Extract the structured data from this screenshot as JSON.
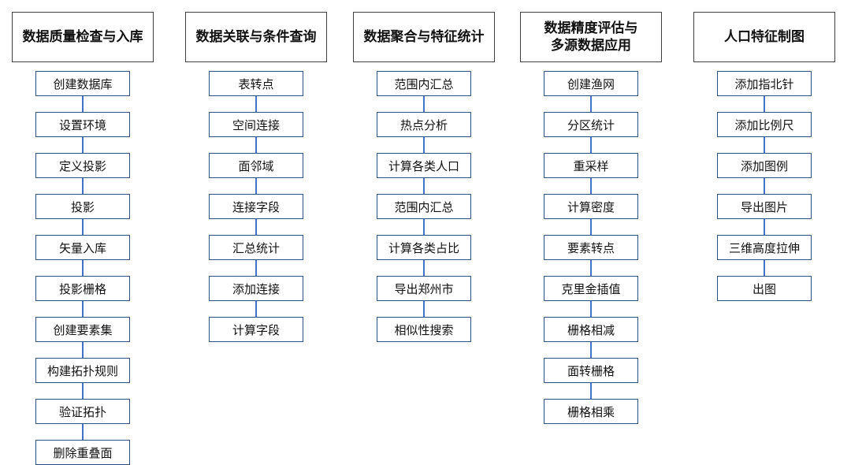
{
  "columns": [
    {
      "title": "数据质量检查与入库",
      "steps": [
        "创建数据库",
        "设置环境",
        "定义投影",
        "投影",
        "矢量入库",
        "投影栅格",
        "创建要素集",
        "构建拓扑规则",
        "验证拓扑",
        "删除重叠面"
      ]
    },
    {
      "title": "数据关联与条件查询",
      "steps": [
        "表转点",
        "空间连接",
        "面邻域",
        "连接字段",
        "汇总统计",
        "添加连接",
        "计算字段"
      ]
    },
    {
      "title": "数据聚合与特征统计",
      "steps": [
        "范围内汇总",
        "热点分析",
        "计算各类人口",
        "范围内汇总",
        "计算各类占比",
        "导出郑州市",
        "相似性搜索"
      ]
    },
    {
      "title": "数据精度评估与\n多源数据应用",
      "steps": [
        "创建渔网",
        "分区统计",
        "重采样",
        "计算密度",
        "要素转点",
        "克里金插值",
        "栅格相减",
        "面转栅格",
        "栅格相乘"
      ]
    },
    {
      "title": "人口特征制图",
      "steps": [
        "添加指北针",
        "添加比例尺",
        "添加图例",
        "导出图片",
        "三维高度拉伸",
        "出图"
      ]
    }
  ],
  "colors": {
    "box_border": "#2f4f7f",
    "connector": "#4472c4",
    "header_border": "#404040"
  }
}
